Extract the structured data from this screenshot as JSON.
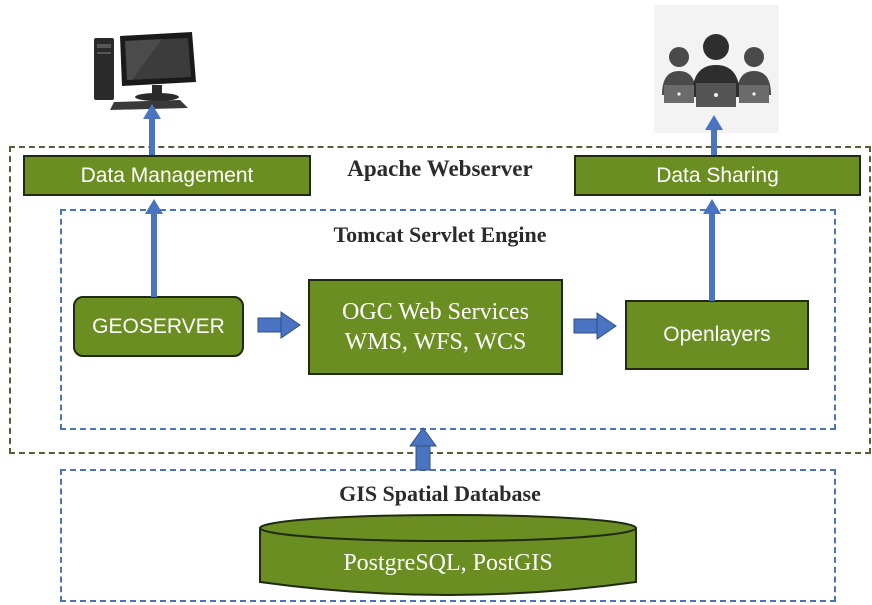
{
  "apache": {
    "label": "Apache Webserver"
  },
  "tomcat": {
    "label": "Tomcat Servlet Engine"
  },
  "data_management": {
    "label": "Data Management"
  },
  "data_sharing": {
    "label": "Data Sharing"
  },
  "geoserver": {
    "label": "GEOSERVER"
  },
  "ogc": {
    "line1": "OGC Web Services",
    "line2": "WMS, WFS, WCS"
  },
  "openlayers": {
    "label": "Openlayers"
  },
  "database": {
    "title": "GIS Spatial Database",
    "label": "PostgreSQL, PostGIS"
  },
  "colors": {
    "box_fill": "#6b8e23",
    "arrow": "#4a74c2",
    "dash_outer": "#5b5b3a",
    "dash_inner": "#4a74c2"
  },
  "icons": {
    "left": "desktop-computer-icon",
    "right": "users-group-icon"
  }
}
